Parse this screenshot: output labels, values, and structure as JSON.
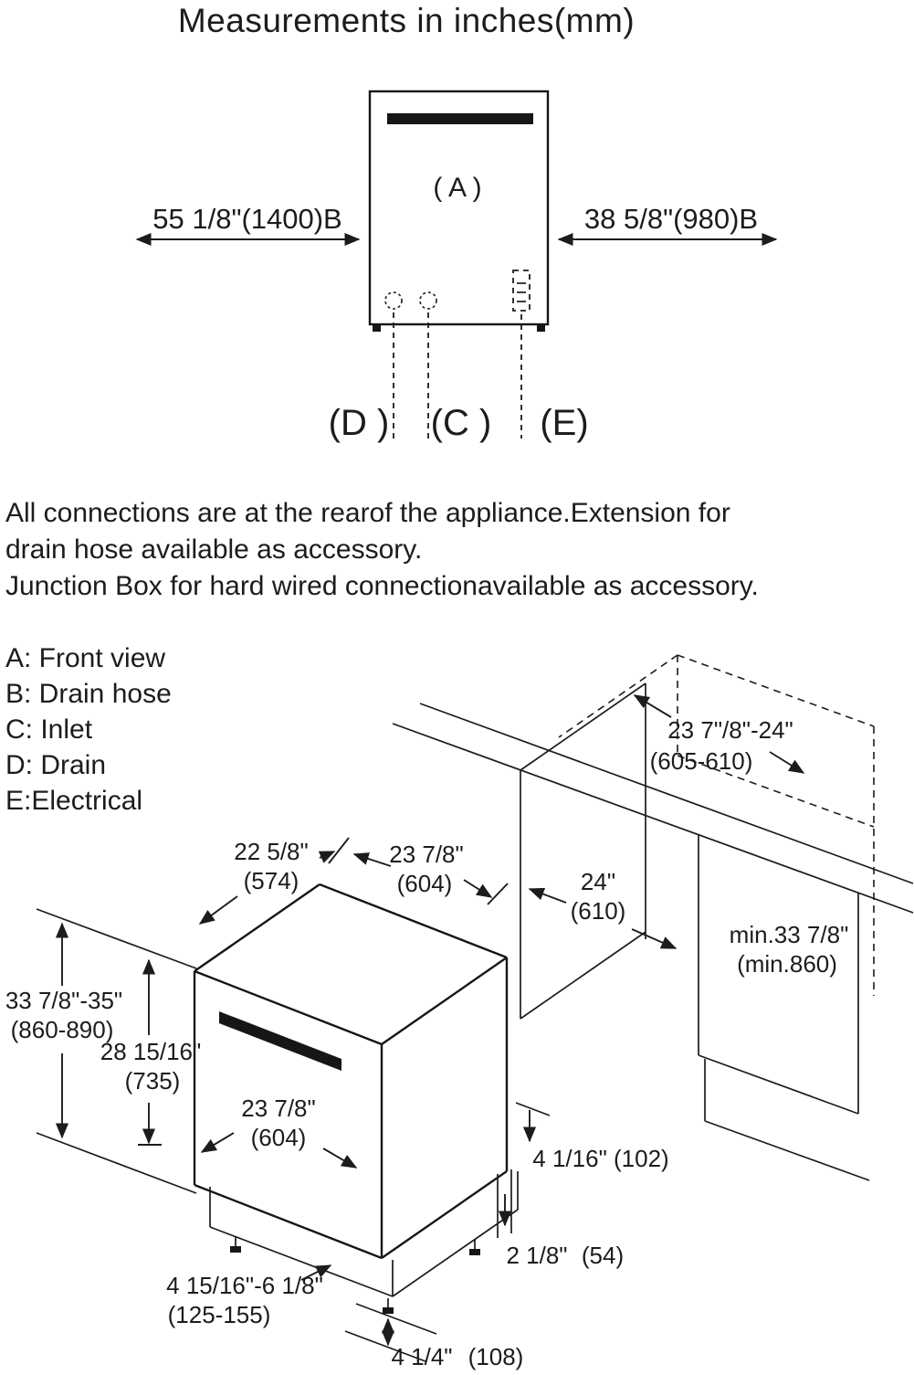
{
  "title": "Measurements in inches(mm)",
  "front_view": {
    "label_a": "( A )",
    "dim_left": "55 1/8\"(1400)B",
    "dim_right": "38 5/8\"(980)B",
    "label_d": "(D )",
    "label_c": "(C )",
    "label_e": "(E)"
  },
  "notes": {
    "line1": "All connections are at the rearof the appliance.Extension for",
    "line2": "drain hose available as accessory.",
    "line3": "Junction Box for hard wired connectionavailable as accessory."
  },
  "legend": [
    "A: Front view",
    "B: Drain hose",
    "C: Inlet",
    "D: Drain",
    "E:Electrical"
  ],
  "install": {
    "niche_depth": {
      "in": "23 7\"/8\"-24\"",
      "mm": "(605-610)"
    },
    "top_depth": {
      "in": "22 5/8\"",
      "mm": "(574)"
    },
    "top_width": {
      "in": "23 7/8\"",
      "mm": "(604)"
    },
    "niche_width": {
      "in": "24\"",
      "mm": "(610)"
    },
    "min_height": {
      "in": "min.33 7/8\"",
      "mm": "(min.860)"
    },
    "total_height": {
      "in": "33 7/8\"-35\"",
      "mm": "(860-890)"
    },
    "body_height": {
      "in": "28 15/16\"",
      "mm": "(735)"
    },
    "front_width": {
      "in": "23 7/8\"",
      "mm": "(604)"
    },
    "rear_clearance": "4 1/16\" (102)",
    "kick": {
      "in": "2 1/8\"",
      "mm": "(54)"
    },
    "leg": {
      "in": "4 15/16\"-6 1/8\"",
      "mm": "(125-155)"
    },
    "base": {
      "in": "4 1/4\"",
      "mm": "(108)"
    }
  },
  "colors": {
    "ink": "#1c1c1c",
    "background": "#ffffff"
  }
}
